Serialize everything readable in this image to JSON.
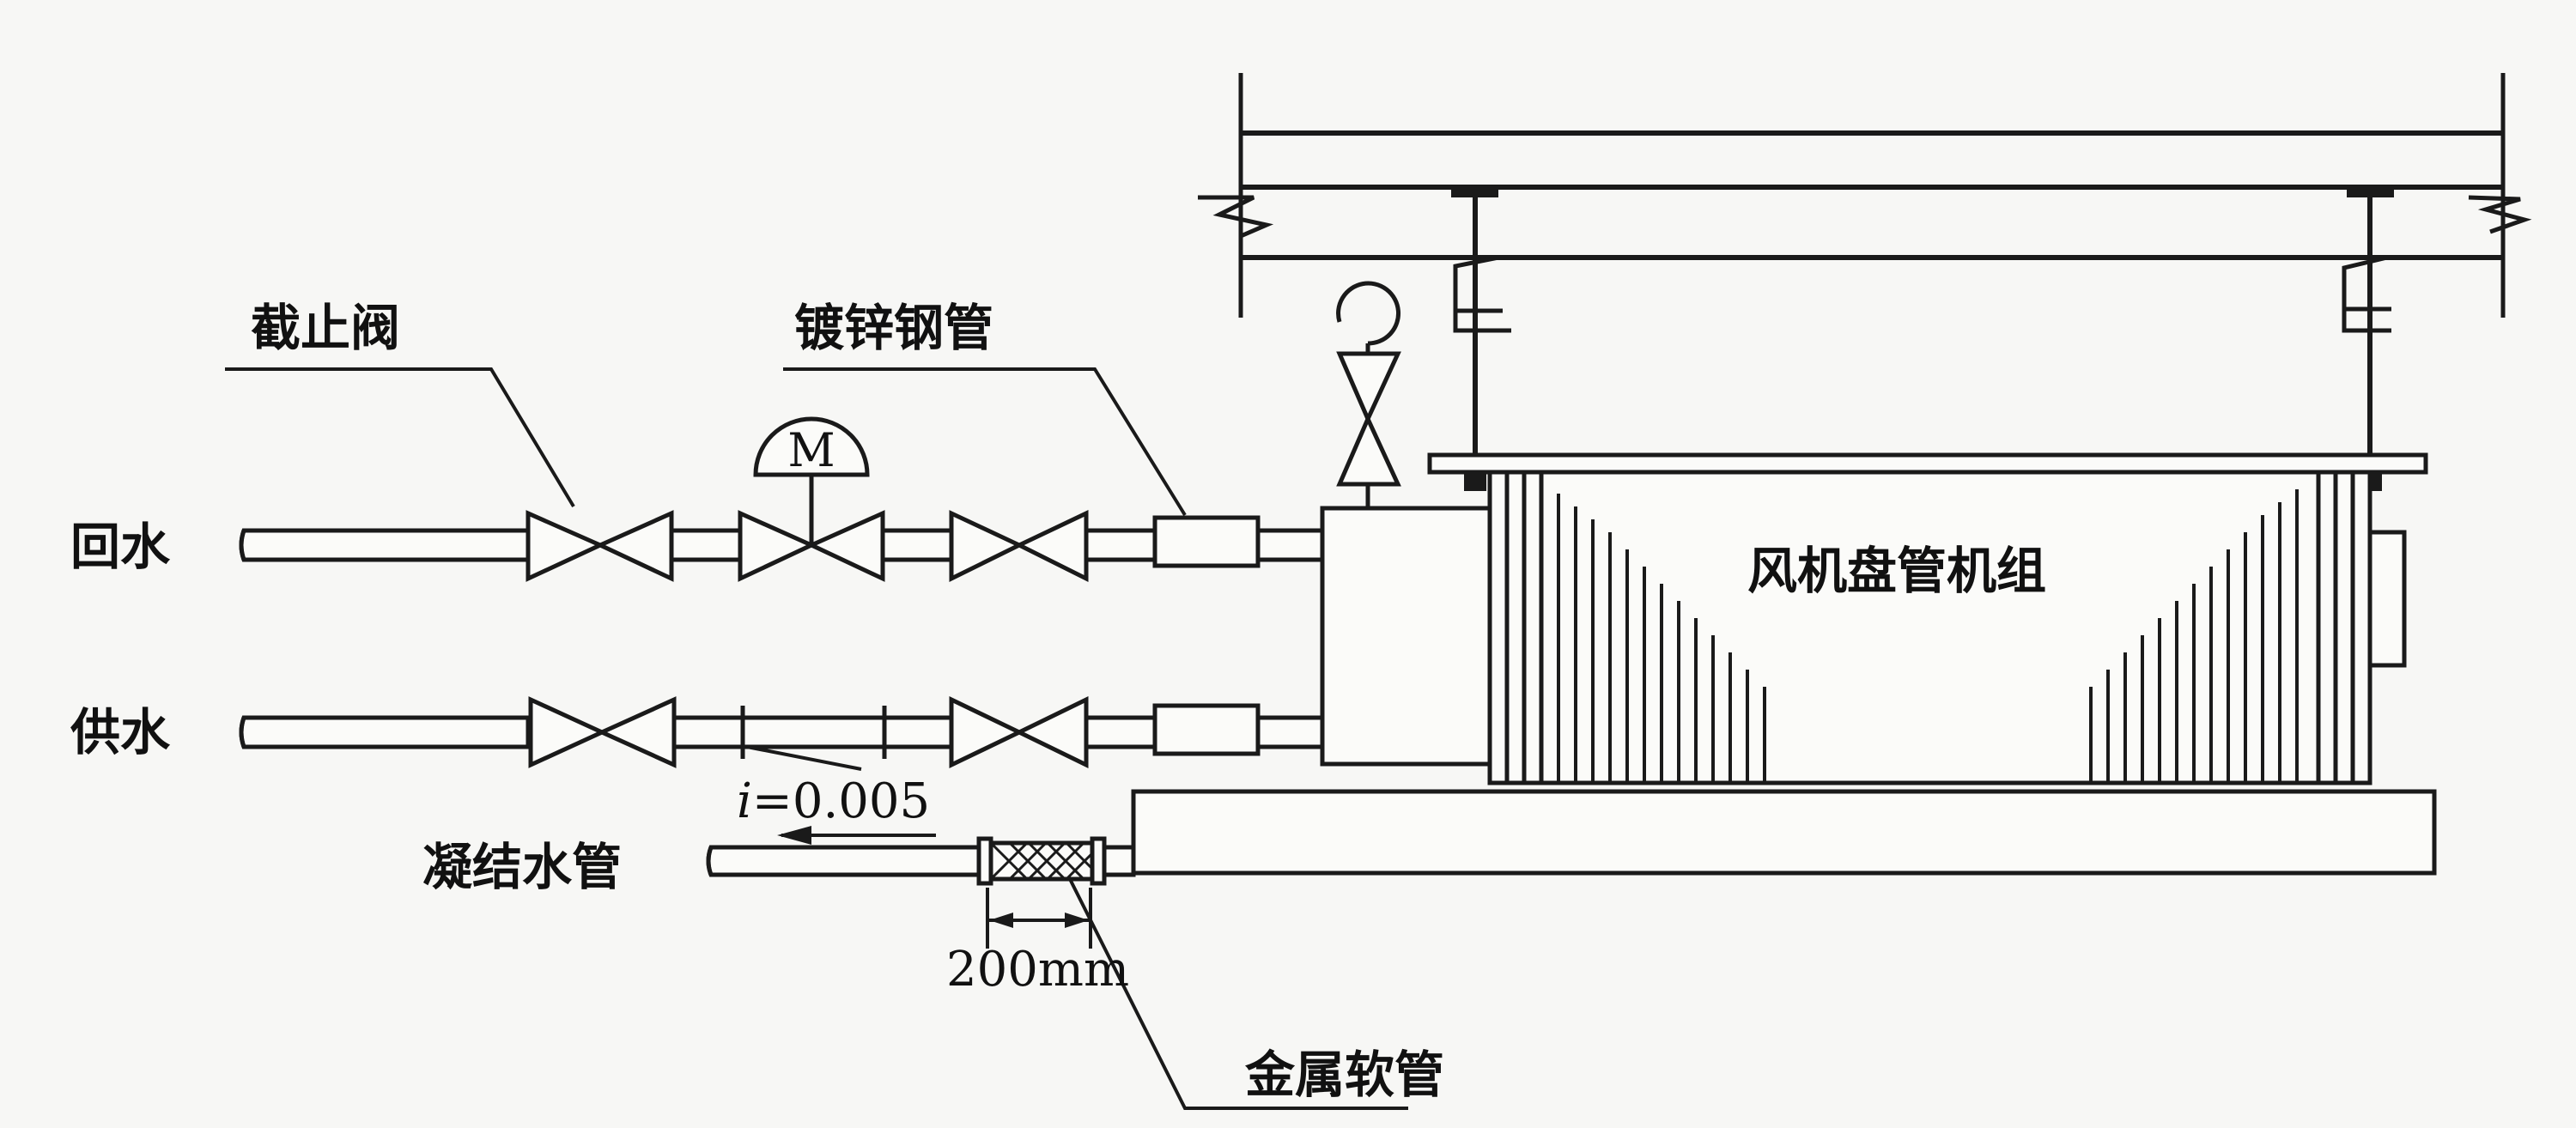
{
  "labels": {
    "stop_valve": "截止阀",
    "galvanized_pipe": "镀锌钢管",
    "return_water": "回水",
    "supply_water": "供水",
    "condensate_pipe": "凝结水管",
    "fan_coil_unit": "风机盘管机组",
    "metal_hose": "金属软管",
    "motor": "M",
    "slope_var": "i",
    "slope_rest": "=0.005",
    "hose_length": "200mm"
  }
}
